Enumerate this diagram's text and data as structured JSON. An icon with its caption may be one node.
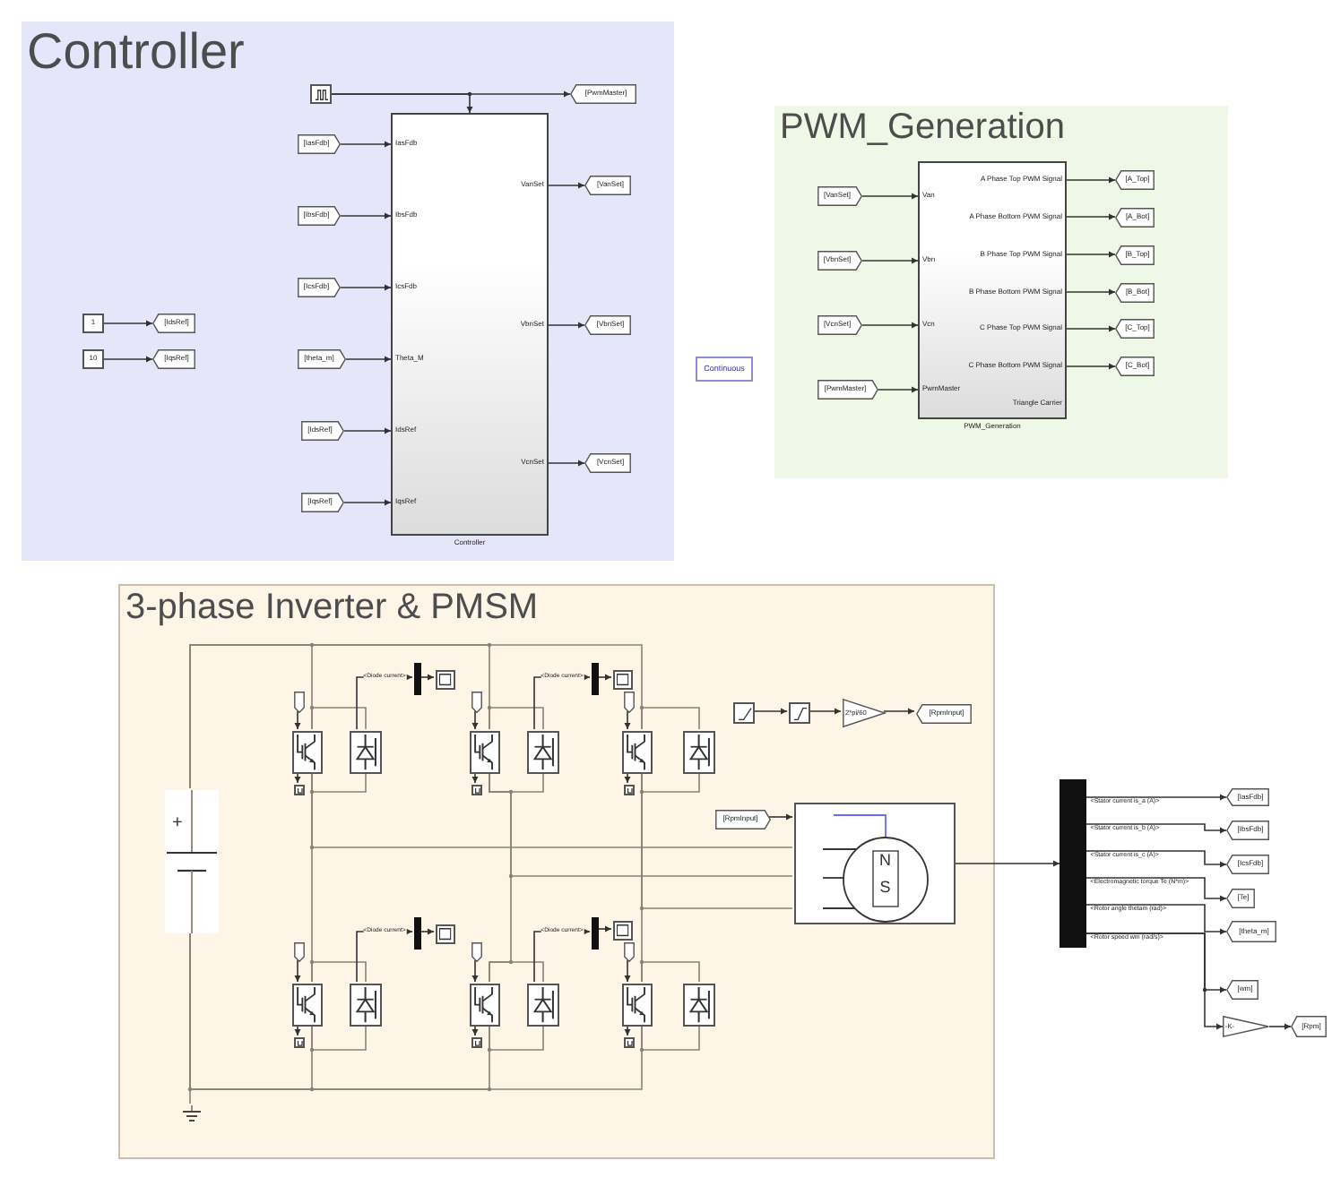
{
  "diagram": {
    "nodes": [
      {
        "text": [
          "Controller"
        ]
      },
      {
        "text": [],
        "shape": "box",
        "in": 0
      },
      {
        "text": [
          "[PwmMaster]"
        ],
        "in": 0
      },
      {
        "text": [
          "[IasFdb]"
        ],
        "in": 0
      },
      {
        "text": [
          "[IbsFdb]"
        ],
        "in": 0
      },
      {
        "text": [
          "[IcsFdb]"
        ],
        "in": 0
      },
      {
        "text": [
          "[theta_m]"
        ],
        "in": 0
      },
      {
        "text": [
          "[IdsRef]"
        ],
        "in": 0
      },
      {
        "text": [
          "[IqsRef]"
        ],
        "in": 0
      },
      {
        "text": [
          "1"
        ],
        "in": 0
      },
      {
        "text": [
          "[IdsRef]"
        ],
        "in": 0
      },
      {
        "text": [
          "10"
        ],
        "in": 0
      },
      {
        "text": [
          "[IqsRef]"
        ],
        "in": 0
      },
      {
        "text": [
          "IasFdb",
          "IbsFdb",
          "IcsFdb",
          "Theta_M",
          "IdsRef",
          "IqsRef",
          "VanSet",
          "VbnSet",
          "VcnSet"
        ],
        "beside": [
          "Controller"
        ],
        "in": 0
      },
      {
        "text": [
          "[VanSet]"
        ],
        "in": 0
      },
      {
        "text": [
          "[VbnSet]"
        ],
        "in": 0
      },
      {
        "text": [
          "[VcnSet]"
        ],
        "in": 0
      },
      {
        "text": [
          "Continuous"
        ]
      },
      {
        "text": [
          "PWM_Generation"
        ]
      },
      {
        "text": [
          "[VanSet]"
        ],
        "in": 18
      },
      {
        "text": [
          "[VbnSet]"
        ],
        "in": 18
      },
      {
        "text": [
          "[VcnSet]"
        ],
        "in": 18
      },
      {
        "text": [
          "[PwmMaster]"
        ],
        "in": 18
      },
      {
        "text": [
          "Van",
          "Vbn",
          "Vcn",
          "PwmMaster",
          "A Phase Top PWM Signal",
          "A Phase Bottom PWM Signal",
          "B Phase Top PWM Signal",
          "B Phase Bottom PWM Signal",
          "C Phase Top PWM Signal",
          "C Phase Bottom PWM Signal",
          "Triangle Carrier"
        ],
        "beside": [
          "PWM_Generation"
        ],
        "in": 18
      },
      {
        "text": [
          "[A_Top]"
        ],
        "in": 18
      },
      {
        "text": [
          "[A_Bot]"
        ],
        "in": 18
      },
      {
        "text": [
          "[B_Top]"
        ],
        "in": 18
      },
      {
        "text": [
          "[B_Bot]"
        ],
        "in": 18
      },
      {
        "text": [
          "[C_Top]"
        ],
        "in": 18
      },
      {
        "text": [
          "[C_Bot]"
        ],
        "in": 18
      },
      {
        "text": [
          "3-phase Inverter & PMSM"
        ]
      },
      {
        "text": [
          "+"
        ],
        "in": 30
      },
      {
        "text": [],
        "shape": "ground",
        "in": 30
      },
      {
        "text": [],
        "shape": "bar",
        "in": 30
      },
      {
        "text": [],
        "shape": "box",
        "in": 30
      },
      {
        "text": [],
        "shape": "bar",
        "in": 30
      },
      {
        "text": [],
        "shape": "box",
        "in": 30
      },
      {
        "text": [],
        "shape": "tag",
        "in": 30
      },
      {
        "text": [],
        "shape": "box",
        "in": 30
      },
      {
        "text": [],
        "shape": "box",
        "in": 30
      },
      {
        "text": [],
        "shape": "box",
        "in": 30
      },
      {
        "text": [],
        "shape": "tag",
        "in": 30
      },
      {
        "text": [],
        "shape": "box",
        "in": 30
      },
      {
        "text": [],
        "shape": "box",
        "in": 30
      },
      {
        "text": [],
        "shape": "box",
        "in": 30
      },
      {
        "text": [],
        "shape": "tag",
        "in": 30
      },
      {
        "text": [],
        "shape": "box",
        "in": 30
      },
      {
        "text": [],
        "shape": "box",
        "in": 30
      },
      {
        "text": [],
        "shape": "box",
        "in": 30
      },
      {
        "text": [],
        "shape": "box",
        "in": 30
      },
      {
        "text": [],
        "shape": "box",
        "in": 30
      },
      {
        "text": [
          "2*pi/60"
        ],
        "in": 30
      },
      {
        "text": [
          "[RpmInput]"
        ],
        "in": 30
      },
      {
        "text": [
          "[RpmInput]"
        ],
        "in": 30
      },
      {
        "text": [
          "N",
          "S"
        ],
        "in": 30
      },
      {
        "text": [],
        "shape": "bar",
        "in": 30
      },
      {
        "text": [],
        "shape": "box",
        "in": 30
      },
      {
        "text": [],
        "shape": "bar",
        "in": 30
      },
      {
        "text": [],
        "shape": "box",
        "in": 30
      },
      {
        "text": [],
        "shape": "tag",
        "in": 30
      },
      {
        "text": [],
        "shape": "box",
        "in": 30
      },
      {
        "text": [],
        "shape": "box",
        "in": 30
      },
      {
        "text": [],
        "shape": "box",
        "in": 30
      },
      {
        "text": [],
        "shape": "tag",
        "in": 30
      },
      {
        "text": [],
        "shape": "box",
        "in": 30
      },
      {
        "text": [],
        "shape": "box",
        "in": 30
      },
      {
        "text": [],
        "shape": "box",
        "in": 30
      },
      {
        "text": [],
        "shape": "tag",
        "in": 30
      },
      {
        "text": [],
        "shape": "box",
        "in": 30
      },
      {
        "text": [],
        "shape": "box",
        "in": 30
      },
      {
        "text": [],
        "shape": "box",
        "in": 30
      },
      {
        "text": [],
        "shape": "bar"
      },
      {
        "text": [
          "[IasFdb]"
        ]
      },
      {
        "text": [
          "[IbsFdb]"
        ]
      },
      {
        "text": [
          "[IcsFdb]"
        ]
      },
      {
        "text": [
          "[Te]"
        ]
      },
      {
        "text": [
          "[theta_m]"
        ]
      },
      {
        "text": [
          "[wm]"
        ]
      },
      {
        "text": [
          "-K-"
        ]
      },
      {
        "text": [
          "[Rpm]"
        ]
      }
    ],
    "edges": [
      {
        "from": 1,
        "to": 2,
        "arrow": "to"
      },
      {
        "from": 1,
        "to": 13,
        "arrow": "to"
      },
      {
        "from": 3,
        "to": 13,
        "arrow": "to"
      },
      {
        "from": 4,
        "to": 13,
        "arrow": "to"
      },
      {
        "from": 5,
        "to": 13,
        "arrow": "to"
      },
      {
        "from": 6,
        "to": 13,
        "arrow": "to"
      },
      {
        "from": 7,
        "to": 13,
        "arrow": "to"
      },
      {
        "from": 8,
        "to": 13,
        "arrow": "to"
      },
      {
        "from": 9,
        "to": 10,
        "arrow": "to"
      },
      {
        "from": 11,
        "to": 12,
        "arrow": "to"
      },
      {
        "from": 13,
        "to": 14,
        "arrow": "to"
      },
      {
        "from": 13,
        "to": 15,
        "arrow": "to"
      },
      {
        "from": 13,
        "to": 16,
        "arrow": "to"
      },
      {
        "from": 19,
        "to": 23,
        "arrow": "to"
      },
      {
        "from": 20,
        "to": 23,
        "arrow": "to"
      },
      {
        "from": 21,
        "to": 23,
        "arrow": "to"
      },
      {
        "from": 22,
        "to": 23,
        "arrow": "to"
      },
      {
        "from": 23,
        "to": 24,
        "arrow": "to"
      },
      {
        "from": 23,
        "to": 25,
        "arrow": "to"
      },
      {
        "from": 23,
        "to": 26,
        "arrow": "to"
      },
      {
        "from": 23,
        "to": 27,
        "arrow": "to"
      },
      {
        "from": 23,
        "to": 28,
        "arrow": "to"
      },
      {
        "from": 23,
        "to": 29,
        "arrow": "to"
      },
      {
        "from": 31,
        "to": 38,
        "arrow": "none",
        "color": "#8c8273"
      },
      {
        "from": 31,
        "to": 42,
        "arrow": "none",
        "color": "#8c8273"
      },
      {
        "from": 31,
        "to": 46,
        "arrow": "none",
        "color": "#8c8273"
      },
      {
        "from": 31,
        "to": 32,
        "arrow": "none",
        "color": "#8c8273"
      },
      {
        "from": 38,
        "to": 39,
        "arrow": "none",
        "color": "#8c8273"
      },
      {
        "from": 38,
        "to": 39,
        "arrow": "none",
        "color": "#8c8273"
      },
      {
        "from": 37,
        "to": 38,
        "arrow": "to"
      },
      {
        "from": 38,
        "to": 40,
        "arrow": "to"
      },
      {
        "from": 38,
        "to": 60,
        "arrow": "none",
        "color": "#8c8273"
      },
      {
        "from": 38,
        "to": 54,
        "arrow": "none",
        "color": "#8c8273"
      },
      {
        "from": 39,
        "to": 33,
        "arrow": "to",
        "label": "<Diode current>"
      },
      {
        "from": 33,
        "to": 34,
        "arrow": "to"
      },
      {
        "from": 42,
        "to": 43,
        "arrow": "none",
        "color": "#8c8273"
      },
      {
        "from": 42,
        "to": 43,
        "arrow": "none",
        "color": "#8c8273"
      },
      {
        "from": 41,
        "to": 42,
        "arrow": "to"
      },
      {
        "from": 42,
        "to": 44,
        "arrow": "to"
      },
      {
        "from": 42,
        "to": 64,
        "arrow": "none",
        "color": "#8c8273"
      },
      {
        "from": 42,
        "to": 54,
        "arrow": "none",
        "color": "#8c8273"
      },
      {
        "from": 43,
        "to": 35,
        "arrow": "to",
        "label": "<Diode current>"
      },
      {
        "from": 35,
        "to": 36,
        "arrow": "to"
      },
      {
        "from": 46,
        "to": 47,
        "arrow": "none",
        "color": "#8c8273"
      },
      {
        "from": 46,
        "to": 47,
        "arrow": "none",
        "color": "#8c8273"
      },
      {
        "from": 45,
        "to": 46,
        "arrow": "to"
      },
      {
        "from": 46,
        "to": 48,
        "arrow": "to"
      },
      {
        "from": 46,
        "to": 68,
        "arrow": "none",
        "color": "#8c8273"
      },
      {
        "from": 46,
        "to": 54,
        "arrow": "none",
        "color": "#8c8273"
      },
      {
        "from": 49,
        "to": 50,
        "arrow": "to"
      },
      {
        "from": 50,
        "to": 51,
        "arrow": "to"
      },
      {
        "from": 51,
        "to": 52,
        "arrow": "to"
      },
      {
        "from": 53,
        "to": 54,
        "arrow": "to"
      },
      {
        "from": 60,
        "to": 61,
        "arrow": "none",
        "color": "#8c8273"
      },
      {
        "from": 60,
        "to": 61,
        "arrow": "none",
        "color": "#8c8273"
      },
      {
        "from": 59,
        "to": 60,
        "arrow": "to"
      },
      {
        "from": 60,
        "to": 62,
        "arrow": "to"
      },
      {
        "from": 60,
        "to": 31,
        "arrow": "none",
        "color": "#8c8273"
      },
      {
        "from": 61,
        "to": 55,
        "arrow": "to",
        "label": "<Diode current>"
      },
      {
        "from": 55,
        "to": 56,
        "arrow": "to"
      },
      {
        "from": 64,
        "to": 65,
        "arrow": "none",
        "color": "#8c8273"
      },
      {
        "from": 64,
        "to": 65,
        "arrow": "none",
        "color": "#8c8273"
      },
      {
        "from": 63,
        "to": 64,
        "arrow": "to"
      },
      {
        "from": 64,
        "to": 66,
        "arrow": "to"
      },
      {
        "from": 64,
        "to": 31,
        "arrow": "none",
        "color": "#8c8273"
      },
      {
        "from": 65,
        "to": 57,
        "arrow": "to",
        "label": "<Diode current>"
      },
      {
        "from": 57,
        "to": 58,
        "arrow": "to"
      },
      {
        "from": 68,
        "to": 69,
        "arrow": "none",
        "color": "#8c8273"
      },
      {
        "from": 68,
        "to": 69,
        "arrow": "none",
        "color": "#8c8273"
      },
      {
        "from": 67,
        "to": 68,
        "arrow": "to"
      },
      {
        "from": 68,
        "to": 70,
        "arrow": "to"
      },
      {
        "from": 68,
        "to": 31,
        "arrow": "none",
        "color": "#8c8273"
      },
      {
        "from": 54,
        "to": 71,
        "arrow": "to"
      },
      {
        "from": 71,
        "to": 72,
        "arrow": "to",
        "label": "<Stator current is_a (A)>"
      },
      {
        "from": 71,
        "to": 73,
        "arrow": "to",
        "label": "<Stator current is_b (A)>"
      },
      {
        "from": 71,
        "to": 74,
        "arrow": "to",
        "label": "<Stator current is_c (A)>"
      },
      {
        "from": 71,
        "to": 75,
        "arrow": "to",
        "label": "<Electromagnetic torque Te (N*m)>"
      },
      {
        "from": 71,
        "to": 76,
        "arrow": "to",
        "label": "<Rotor angle thetam (rad)>"
      },
      {
        "from": 71,
        "to": 77,
        "arrow": "to",
        "label": "<Rotor speed wm (rad/s)>"
      },
      {
        "from": 71,
        "to": 78,
        "arrow": "to"
      },
      {
        "from": 78,
        "to": 79,
        "arrow": "to"
      }
    ]
  }
}
